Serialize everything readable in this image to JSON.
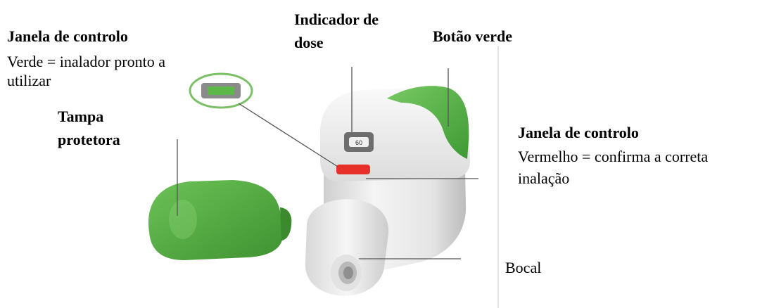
{
  "labels": {
    "control_window_green": {
      "title": "Janela de controlo",
      "line1": "Verde = inalador pronto a",
      "line2": "utilizar"
    },
    "dose_indicator": {
      "line1": "Indicador de",
      "line2": "dose"
    },
    "green_button": {
      "title": "Botão verde"
    },
    "protective_cap": {
      "line1": "Tampa",
      "line2": "protetora"
    },
    "control_window_red": {
      "title": "Janela de controlo",
      "line1": "Vermelho = confirma a correta",
      "line2": "inalação"
    },
    "mouthpiece": {
      "title": "Bocal"
    }
  },
  "dose_counter_value": "60",
  "colors": {
    "cap_green": "#4fa83d",
    "button_green": "#5cb848",
    "indicator_red": "#e8302a",
    "body_white": "#eeeeee",
    "leader_line": "#555555"
  }
}
